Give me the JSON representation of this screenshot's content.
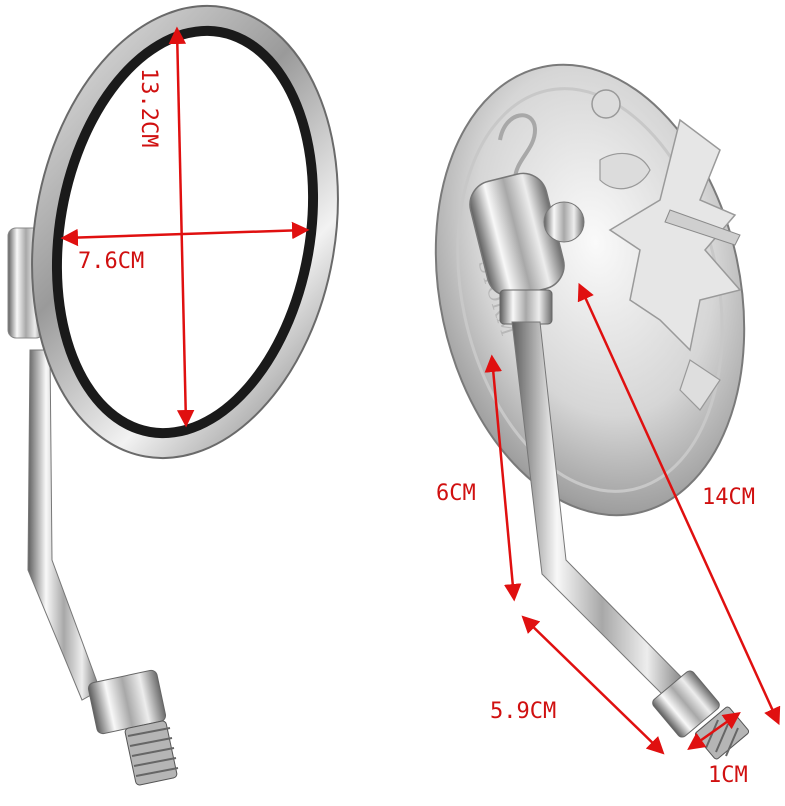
{
  "colors": {
    "dimension_line": "#e01010",
    "chrome_light": "#f4f4f4",
    "chrome_mid": "#c2c2c2",
    "chrome_dark": "#6a6a6a",
    "mirror_glass": "#ffffff",
    "gasket": "#1a1a1a"
  },
  "left_mirror": {
    "height_label": "13.2CM",
    "width_label": "7.6CM"
  },
  "right_mirror": {
    "stem_label": "6CM",
    "diagonal_label": "14CM",
    "bend_label": "5.9CM",
    "thread_label": "1CM",
    "emboss_text": "STORM"
  },
  "icons": {
    "arrow_head": "arrow-head-icon",
    "eagle_emblem": "eagle-emblem-icon"
  }
}
